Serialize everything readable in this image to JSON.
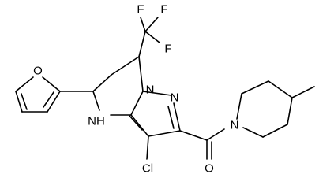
{
  "molecule": {
    "atom_labels": {
      "fluorine_top_left": "F",
      "fluorine_top_right": "F",
      "fluorine_right": "F",
      "ring_oxygen": "O",
      "nh": "NH",
      "pyrazole_n1": "N",
      "pyrazole_n2": "N",
      "chlorine": "Cl",
      "carbonyl_oxygen": "O",
      "piperidine_n": "N"
    },
    "colors": {
      "bond": "#000000",
      "text": "#000000",
      "background": "#ffffff"
    }
  }
}
